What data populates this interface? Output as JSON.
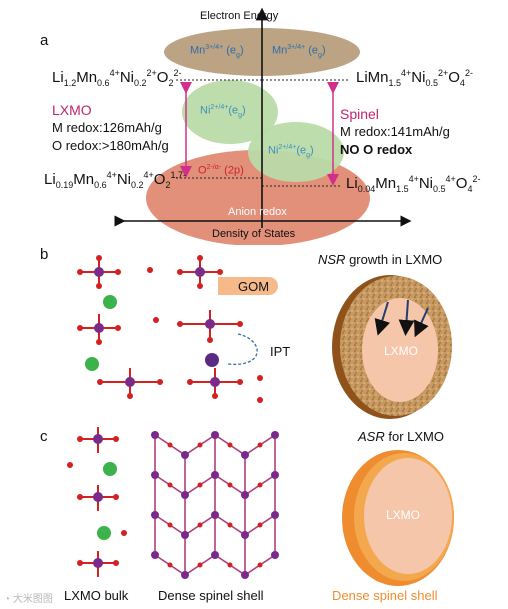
{
  "panel_a": {
    "letter": "a",
    "axis_y_label": "Electron Energy",
    "axis_x_label": "Density of States",
    "band_mn_left": "Mn3+/4+ (eg)",
    "band_mn_right": "Mn3+/4+ (eg)",
    "band_ni_upper": "Ni2+/4+(eg)",
    "band_ni_lower": "Ni2+/4+(eg)",
    "band_o": "O2-/α- (2p)",
    "anion_redox": "Anion redox",
    "left_title": "LXMO",
    "left_line1": "M redox:126mAh/g",
    "left_line2": "O redox:>180mAh/g",
    "right_title": "Spinel",
    "right_line1": "M redox:141mAh/g",
    "right_line2": "NO O redox",
    "formula_top_left": "Li1.2Mn0.6^4+Ni0.2^2+O2^2-",
    "formula_bottom_left": "Li0.19Mn0.6^4+Ni0.2^4+O2^1.7-",
    "formula_top_right": "LiMn1.5^4+Ni0.5^2+O4^2-",
    "formula_bottom_right": "Li0.04Mn1.5^4+Ni0.5^4+O4^2-"
  },
  "panel_b": {
    "letter": "b",
    "gom_label": "GOM",
    "ipt_label": "IPT",
    "title_italic": "NSR",
    "title_rest": " growth in LXMO",
    "disc_label": "LXMO"
  },
  "panel_c": {
    "letter": "c",
    "title_italic": "ASR",
    "title_rest": " for LXMO",
    "disc_label": "LXMO",
    "label_bulk": "LXMO bulk",
    "label_shell": "Dense spinel shell",
    "label_orange": "Dense spinel shell"
  },
  "watermark": "大米图图",
  "colors": {
    "mn_band": "#b8a080",
    "ni_band": "#b5d9a4",
    "o_band": "#e2907a",
    "pink_arrow": "#d0308a",
    "orange_shell": "#f08c30",
    "brown_shell": "#9a5a1c",
    "mn_atom": "#7a2a8a",
    "o_atom": "#d42020",
    "li_atom": "#3bb24a"
  }
}
